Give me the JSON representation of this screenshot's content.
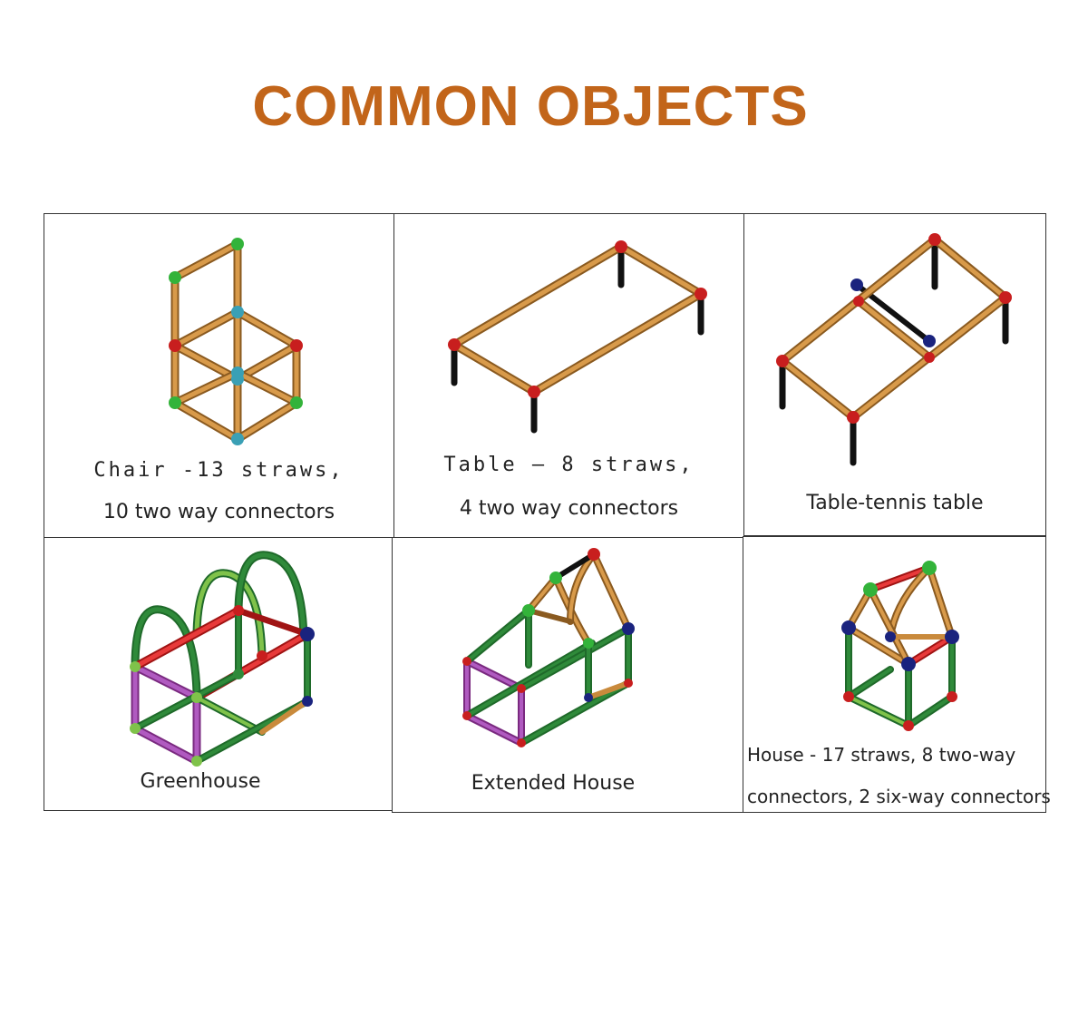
{
  "title": "COMMON OBJECTS",
  "colors": {
    "title": "#c2651a",
    "straw_orange": "#c98a3c",
    "straw_green": "#2f8a3a",
    "straw_red": "#d62a2a",
    "straw_purple": "#a64ab0",
    "straw_black": "#111111",
    "connector_red": "#c81e1e",
    "connector_green": "#33b33a",
    "connector_teal": "#3aa0b5",
    "connector_navy": "#1a237e"
  },
  "cells": [
    {
      "caption_line1": "Chair  -13  straws,",
      "caption_line2": "10 two way connectors"
    },
    {
      "caption_line1": "Table  –  8  straws,",
      "caption_line2": "4 two way connectors"
    },
    {
      "caption_line1": "Table-tennis table"
    },
    {
      "caption_line1": "Greenhouse"
    },
    {
      "caption_line1": "Extended House"
    },
    {
      "caption_line1": "House - 17 straws, 8 two-way",
      "caption_line2": "connectors, 2 six-way connectors"
    }
  ]
}
